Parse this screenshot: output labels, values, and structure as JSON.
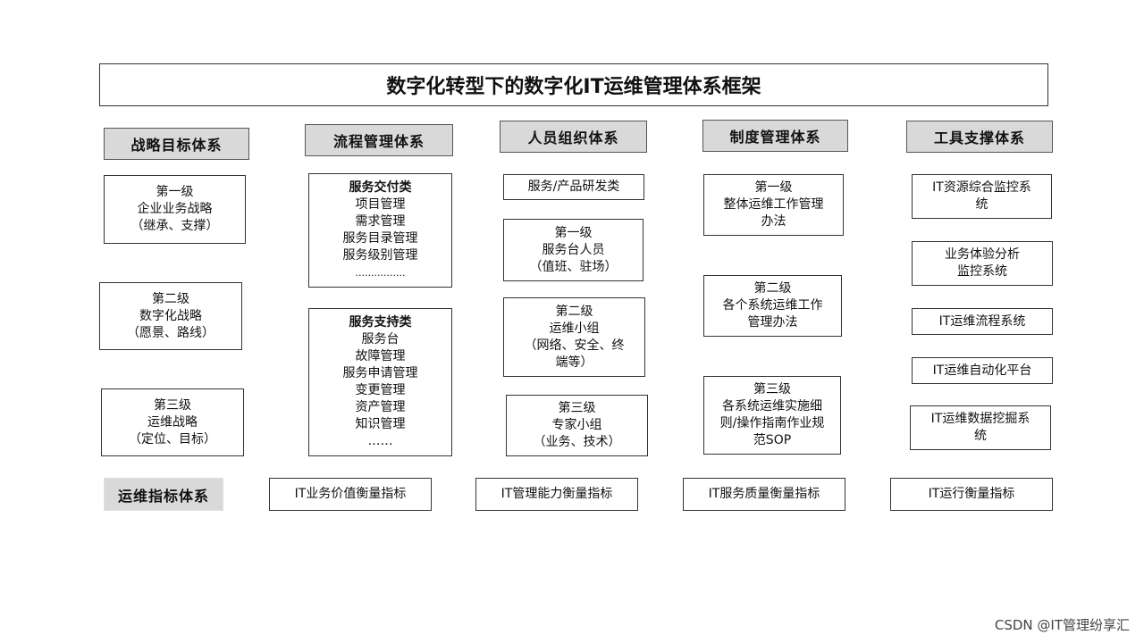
{
  "title": "数字化转型下的数字化IT运维管理体系框架",
  "columns": {
    "strategy": {
      "header": "战略目标体系",
      "level1": [
        "第一级",
        "企业业务战略",
        "（继承、支撑）"
      ],
      "level2": [
        "第二级",
        "数字化战略",
        "（愿景、路线）"
      ],
      "level3": [
        "第三级",
        "运维战略",
        "（定位、目标）"
      ]
    },
    "process": {
      "header": "流程管理体系",
      "delivery": {
        "heading": "服务交付类",
        "items": [
          "项目管理",
          "需求管理",
          "服务目录管理",
          "服务级别管理",
          "................"
        ]
      },
      "support": {
        "heading": "服务支持类",
        "items": [
          "服务台",
          "故障管理",
          "服务申请管理",
          "变更管理",
          "资产管理",
          "知识管理",
          "……"
        ]
      }
    },
    "people": {
      "header": "人员组织体系",
      "rd": "服务/产品研发类",
      "level1": [
        "第一级",
        "服务台人员",
        "（值班、驻场）"
      ],
      "level2": [
        "第二级",
        "运维小组",
        "（网络、安全、终",
        "端等）"
      ],
      "level3": [
        "第三级",
        "专家小组",
        "（业务、技术）"
      ]
    },
    "policy": {
      "header": "制度管理体系",
      "level1": [
        "第一级",
        "整体运维工作管理",
        "办法"
      ],
      "level2": [
        "第二级",
        "各个系统运维工作",
        "管理办法"
      ],
      "level3": [
        "第三级",
        "各系统运维实施细",
        "则/操作指南作业规",
        "范SOP"
      ]
    },
    "tools": {
      "header": "工具支撑体系",
      "items": [
        [
          "IT资源综合监控系",
          "统"
        ],
        [
          "业务体验分析",
          "监控系统"
        ],
        [
          "IT运维流程系统"
        ],
        [
          "IT运维自动化平台"
        ],
        [
          "IT运维数据挖掘系",
          "统"
        ]
      ]
    }
  },
  "metrics": {
    "header": "运维指标体系",
    "items": [
      "IT业务价值衡量指标",
      "IT管理能力衡量指标",
      "IT服务质量衡量指标",
      "IT运行衡量指标"
    ]
  },
  "watermark": "CSDN @IT管理纷享汇"
}
